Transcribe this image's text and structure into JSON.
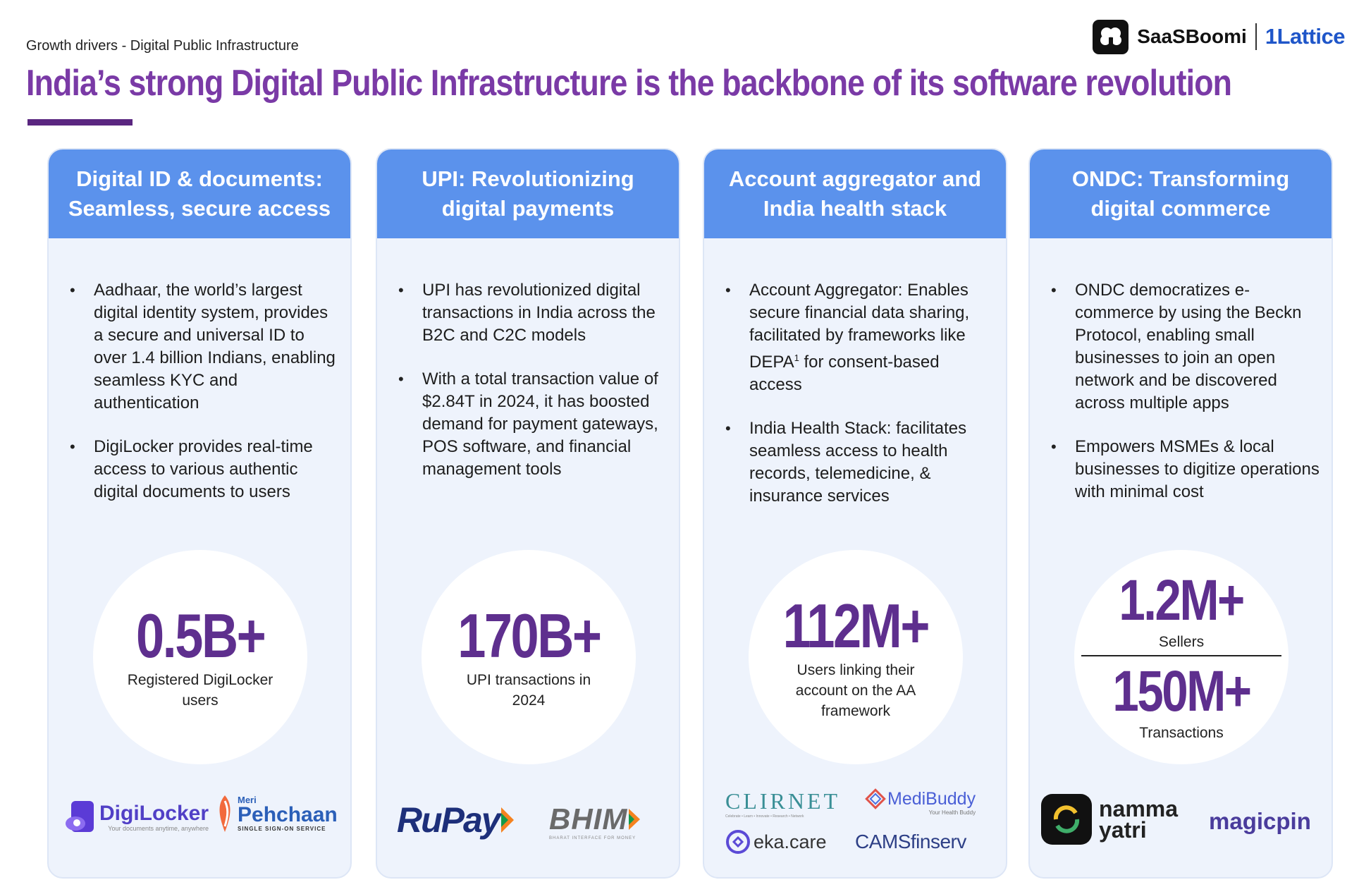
{
  "breadcrumb": "Growth drivers  - Digital Public Infrastructure",
  "title": "India’s strong Digital Public Infrastructure is the backbone of its software revolution",
  "brand": {
    "name": "SaaSBoomi",
    "partner": "Lattice"
  },
  "cards": [
    {
      "header": "Digital ID & documents: Seamless, secure access",
      "bullets": [
        "Aadhaar, the world’s largest digital identity system, provides a secure and universal ID to over 1.4 billion Indians, enabling seamless KYC and authentication",
        "DigiLocker provides real-time access to various authentic digital documents to users"
      ],
      "stat": {
        "value": "0.5B+",
        "label": "Registered DigiLocker users"
      },
      "logos": {
        "digilocker": "DigiLocker",
        "digilocker_tagline": "Your documents anytime, anywhere",
        "pehchaan_top": "Meri",
        "pehchaan": "Pehchaan",
        "pehchaan_tagline": "SINGLE SIGN-ON SERVICE"
      }
    },
    {
      "header": "UPI: Revolutionizing digital payments",
      "bullets": [
        "UPI has revolutionized digital transactions in India across the B2C and C2C models",
        "With a total transaction value of $2.84T in 2024, it has boosted demand for payment gateways, POS software, and financial management tools"
      ],
      "stat": {
        "value": "170B+",
        "label": "UPI transactions in 2024"
      },
      "logos": {
        "rupay": "RuPay",
        "bhim": "BHIM",
        "bhim_tagline": "BHARAT INTERFACE FOR MONEY"
      }
    },
    {
      "header": "Account aggregator and India health stack",
      "bullets": [
        "Account Aggregator: Enables secure financial data sharing, facilitated by frameworks like DEPA",
        "India Health Stack: facilitates seamless access to health records, telemedicine, & insurance services"
      ],
      "bullet_superscript": "1",
      "bullet_suffix": " for consent-based access",
      "stat": {
        "value": "112M+",
        "label": "Users linking their account on the AA framework"
      },
      "logos": {
        "clirnet": "CLIRNET",
        "clirnet_tagline": "Celebrate • Learn • Innovate • Research • Network",
        "medibuddy": "MediBuddy",
        "medibuddy_tagline": "Your Health Buddy",
        "ekacare": "eka.care",
        "camsfinserv": "CAMSfinserv"
      }
    },
    {
      "header": "ONDC: Transforming digital commerce",
      "bullets": [
        "ONDC democratizes e-commerce by using the Beckn Protocol, enabling small businesses to join an open network and be discovered across multiple apps",
        "Empowers MSMEs & local businesses to digitize operations with minimal cost"
      ],
      "stats": [
        {
          "value": "1.2M+",
          "label": "Sellers"
        },
        {
          "value": "150M+",
          "label": "Transactions"
        }
      ],
      "logos": {
        "namma_line1": "namma",
        "namma_line2": "yatri",
        "magicpin": "magicpin"
      }
    }
  ],
  "colors": {
    "title": "#7a3aa6",
    "header_bg": "#5b92ec",
    "card_bg": "#eef3fc",
    "stat": "#5e2f8e",
    "underline": "#5a2680",
    "partner": "#1f56c9"
  }
}
